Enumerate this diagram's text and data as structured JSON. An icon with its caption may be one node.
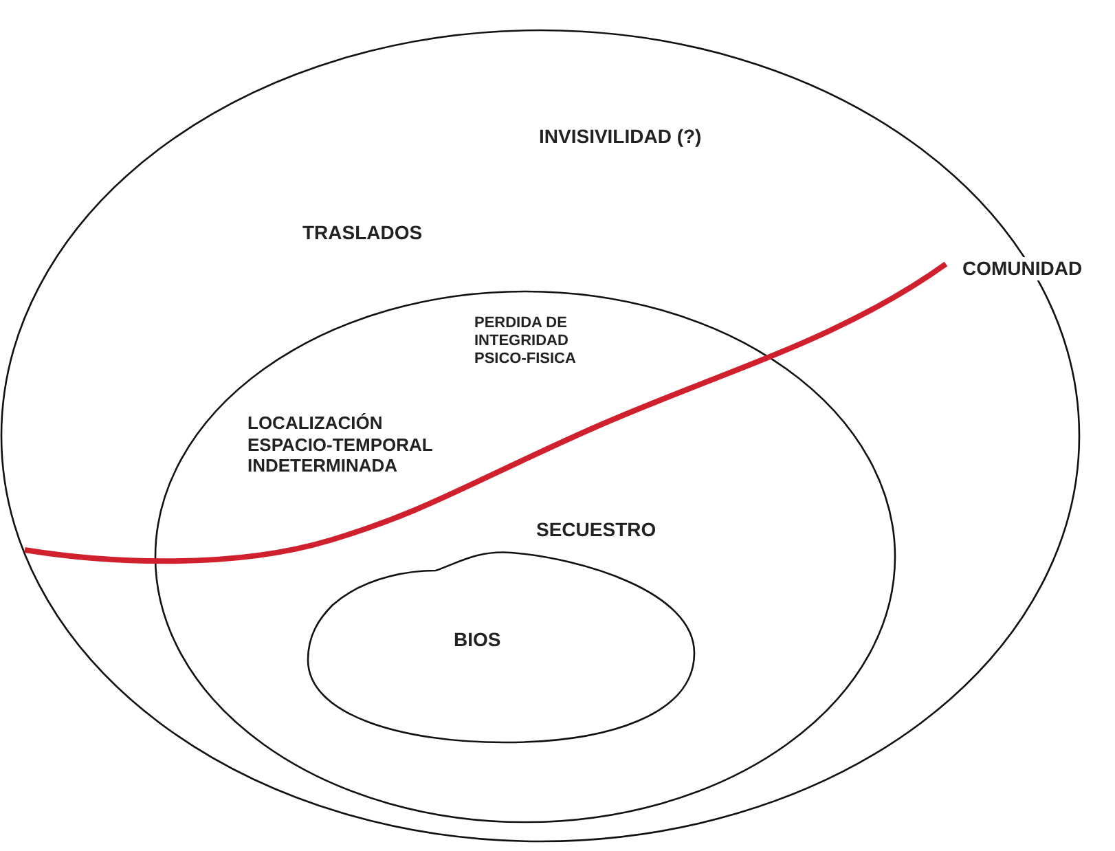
{
  "diagram": {
    "nodes": [
      {
        "text": [
          "INVISIVILIDAD (?)",
          "TRASLADOS",
          "COMUNIDAD"
        ]
      },
      {
        "text": [
          "PERDIDA DE INTEGRIDAD PSICO-FISICA",
          "LOCALIZACIÓN ESPACIO-TEMPORAL INDETERMINADA",
          "SECUESTRO"
        ],
        "in": 0
      },
      {
        "text": [
          "BIOS"
        ],
        "in": 1
      }
    ]
  }
}
